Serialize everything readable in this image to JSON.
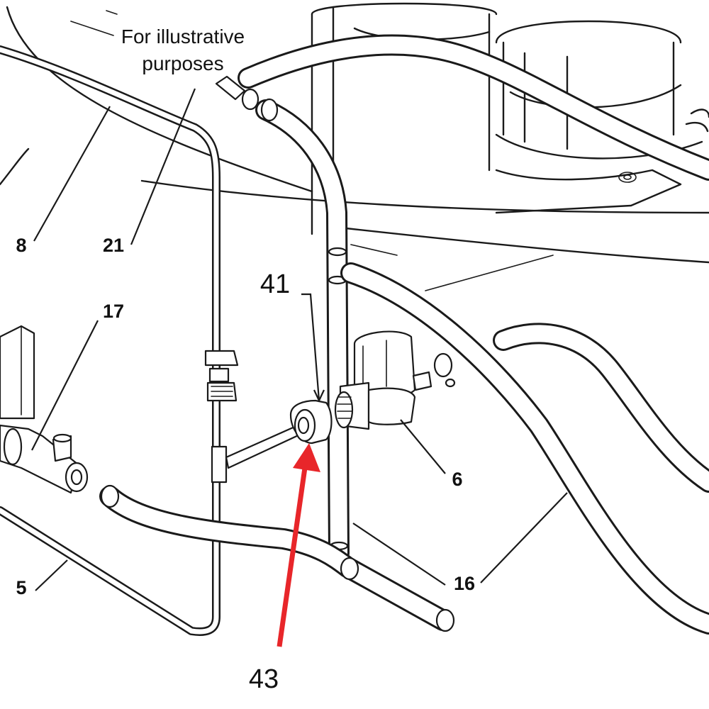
{
  "caption": {
    "line1": "For illustrative",
    "line2": "purposes"
  },
  "part_labels": {
    "p8": "8",
    "p21": "21",
    "p17": "17",
    "p5": "5",
    "p6": "6",
    "p16": "16"
  },
  "callouts": {
    "c41": "41",
    "c43": "43"
  },
  "colors": {
    "line": "#1a1a1a",
    "highlight_arrow": "#e8262a",
    "background": "#ffffff"
  }
}
